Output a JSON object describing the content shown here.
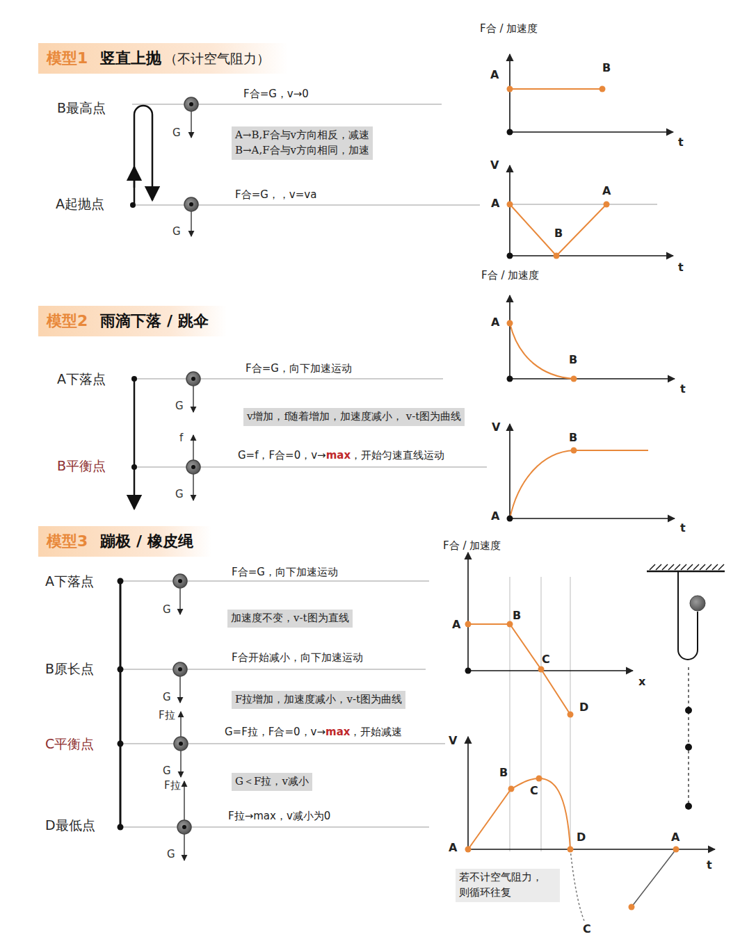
{
  "diagram": {
    "nodes": [
      {
        "text": [
          "模型1",
          "竖直上抛",
          "（不计空气阻力）"
        ]
      },
      {
        "text": [
          "A→B,F合与v方向相反，减速",
          "B→A,F合与v方向相同，加速"
        ]
      },
      {
        "text": [
          "模型2",
          "雨滴下落 / 跳伞"
        ]
      },
      {
        "text": [
          "v增加，f随着增加，加速度减小， v-t图为曲线"
        ]
      },
      {
        "text": [
          "模型3",
          "蹦极 / 橡皮绳"
        ]
      },
      {
        "text": [
          "加速度不变，v-t图为直线"
        ]
      },
      {
        "text": [
          "F拉增加，加速度减小，v-t图为曲线"
        ]
      },
      {
        "text": [
          "G＜F拉，v减小"
        ]
      },
      {
        "text": [
          "若不计空气阻力， 则循环往复"
        ]
      }
    ],
    "labels": [
      "B最高点",
      "G",
      "F合=G，v→0",
      "A起抛点",
      "G",
      "F合=G，，v=va",
      "F合 / 加速度",
      "A",
      "B",
      "t",
      "V",
      "A",
      "A",
      "B",
      "t",
      "F合 / 加速度",
      "A下落点",
      "F合=G，向下加速运动",
      "G",
      "f",
      "B平衡点",
      "G=f，F合=0，v→",
      "max",
      "，开始匀速直线运动",
      "G",
      "A",
      "B",
      "t",
      "V",
      "B",
      "A",
      "t",
      "A下落点",
      "F合=G，向下加速运动",
      "G",
      "B原长点",
      "F合开始减小，向下加速运动",
      "G",
      "F拉",
      "C平衡点",
      "G=F拉，F合=0，v→",
      "max",
      "，开始减速",
      "G",
      "F拉",
      "D最低点",
      "F拉→max，v减小为0",
      "G",
      "F合 / 加速度",
      "A",
      "B",
      "C",
      "x",
      "D",
      "V",
      "B",
      "C",
      "A",
      "D",
      "A",
      "t",
      "C"
    ]
  }
}
